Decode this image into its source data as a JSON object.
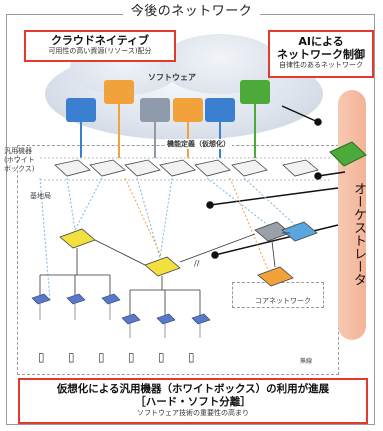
{
  "title": "今後のネットワーク",
  "cloud_native": {
    "title": "クラウドネイティブ",
    "subtitle": "可用性の高い資源(リソース)配分"
  },
  "ai_network": {
    "title_line1": "AIによる",
    "title_line2": "ネットワーク制御",
    "subtitle": "自律性のあるネットワーク"
  },
  "software_label": "ソフトウェア",
  "function_label": "機能定義（仮想化）",
  "layers": {
    "general_equipment": [
      "汎用機器",
      "(ホワイト",
      "ボックス)"
    ],
    "base_station": "基地局",
    "core_network": "コアネットワーク",
    "wireless": "無線"
  },
  "orchestrator": "オーケストレータ",
  "bottom": {
    "line1": "仮想化による汎用機器（ホワイトボックス）の利用が進展",
    "line2": "［ハード・ソフト分離］",
    "line3": "ソフトウェア技術の重要性の高まり"
  },
  "colors": {
    "accent_red": "#e23b2e",
    "vnf_blue": "#3a7fd0",
    "vnf_orange": "#f2a23a",
    "vnf_gray": "#8f9aaa",
    "vnf_green": "#4caa3a",
    "switch_yellow": "#f2e040",
    "orchestrator": "#f4b396"
  }
}
